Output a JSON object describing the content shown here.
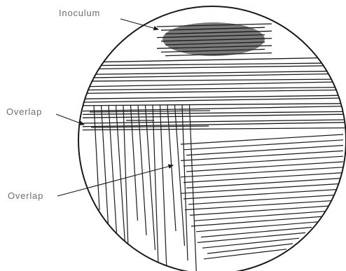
{
  "labels": {
    "inoculum": "Inoculum",
    "overlap_1": "Overlap",
    "overlap_2": "Overlap"
  },
  "colors": {
    "line": "#1a1a1a",
    "inoculum_fill": "#7a7a7a",
    "label_text": "#6e6e6e"
  }
}
